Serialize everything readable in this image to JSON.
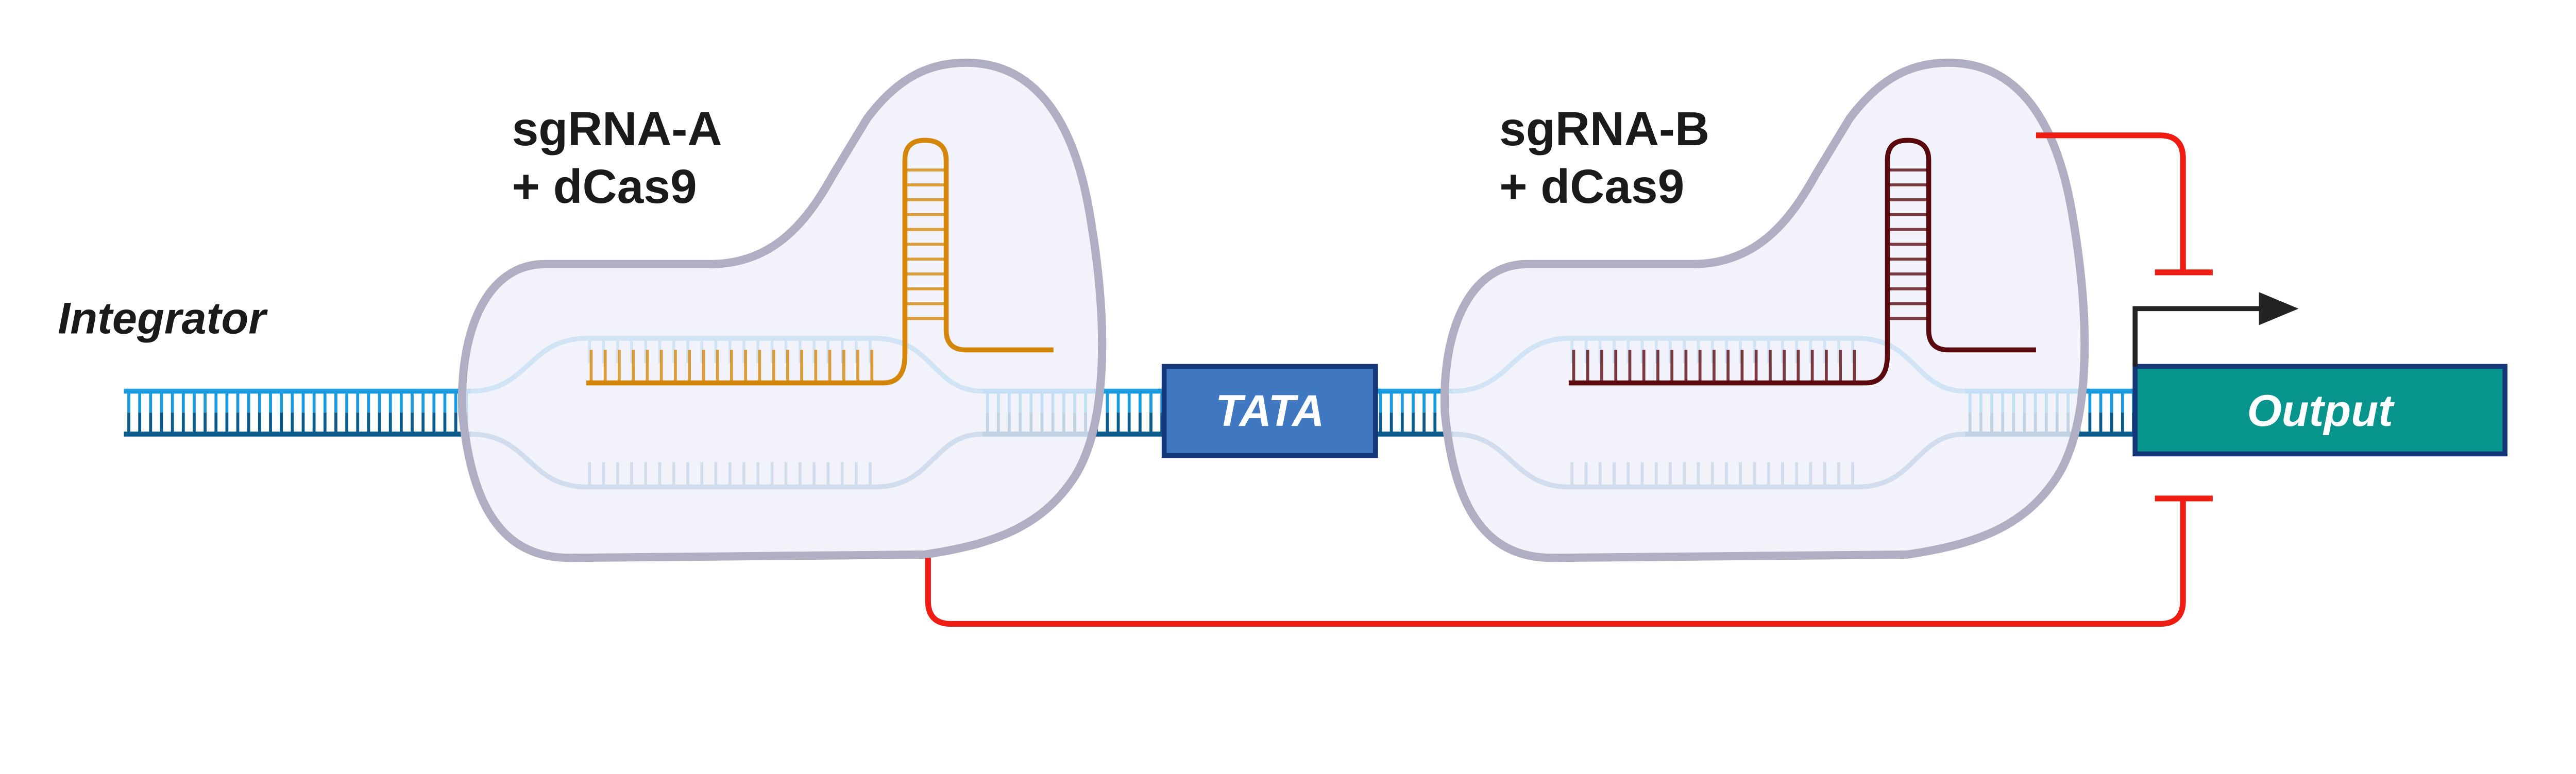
{
  "labels": {
    "integrator": "Integrator",
    "complex_a_line1": "sgRNA-A",
    "complex_a_line2": "+ dCas9",
    "complex_b_line1": "sgRNA-B",
    "complex_b_line2": "+ dCas9",
    "tata": "TATA",
    "output": "Output"
  },
  "colors": {
    "dna_top": "#1a9be0",
    "dna_bottom": "#0b5a8c",
    "bubble_top": "#5ab4e5",
    "bubble_bottom": "#5a8fb8",
    "sgrna_a": "#d4860a",
    "sgrna_b": "#5a0a0f",
    "dcas9_fill": "#eff0f9",
    "dcas9_stroke": "#b0aec2",
    "tata_fill": "#3f77c0",
    "output_fill": "#07948c",
    "box_stroke": "#14377a",
    "repression": "#ee1c12",
    "promoter_arrow": "#222222"
  }
}
